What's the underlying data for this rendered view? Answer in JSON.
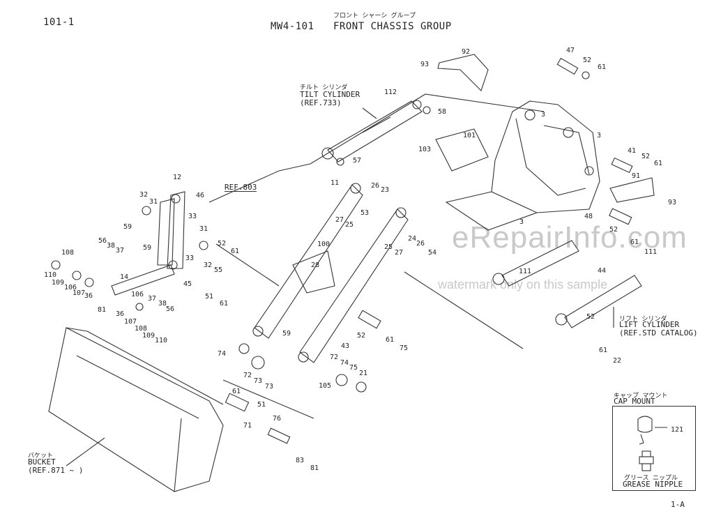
{
  "header": {
    "page_id": "101-1",
    "model": "MW4-101",
    "kana_title": "フロント シャーシ グループ",
    "title": "FRONT CHASSIS GROUP"
  },
  "callouts": {
    "tilt_kana": "チルト シリンダ",
    "tilt_label": "TILT CYLINDER",
    "tilt_ref": "(REF.733)",
    "ref803": "REF.803",
    "lift_kana": "リフト シリンダ",
    "lift_label": "LIFT CYLINDER",
    "lift_ref": "(REF.STD CATALOG)",
    "bucket_kana": "バケット",
    "bucket_label": "BUCKET",
    "bucket_ref": "(REF.871 ~ )"
  },
  "cap_mount": {
    "kana": "キャップ マウント",
    "label": "CAP MOUNT",
    "part": "121",
    "nipple_kana": "グリース ニップル",
    "nipple_label": "GREASE NIPPLE"
  },
  "watermark": {
    "brand": "eRepairInfo.com",
    "note": "watermark only on this sample"
  },
  "footer": {
    "page": "1-A"
  },
  "part_numbers": [
    "92",
    "93",
    "47",
    "52",
    "61",
    "112",
    "58",
    "101",
    "103",
    "3",
    "3",
    "41",
    "52",
    "61",
    "91",
    "93",
    "57",
    "12",
    "46",
    "32",
    "31",
    "33",
    "59",
    "56",
    "38",
    "37",
    "59",
    "108",
    "110",
    "109",
    "106",
    "107",
    "36",
    "14",
    "33",
    "31",
    "52",
    "61",
    "32",
    "55",
    "45",
    "51",
    "61",
    "106",
    "37",
    "38",
    "56",
    "36",
    "107",
    "108",
    "109",
    "110",
    "81",
    "11",
    "26",
    "23",
    "53",
    "27",
    "25",
    "100",
    "28",
    "25",
    "27",
    "24",
    "26",
    "54",
    "3",
    "48",
    "52",
    "61",
    "111",
    "111",
    "44",
    "52",
    "61",
    "22",
    "59",
    "43",
    "52",
    "61",
    "75",
    "74",
    "72",
    "73",
    "73",
    "72",
    "74",
    "75",
    "21",
    "105",
    "61",
    "51",
    "71",
    "76",
    "83",
    "81"
  ]
}
